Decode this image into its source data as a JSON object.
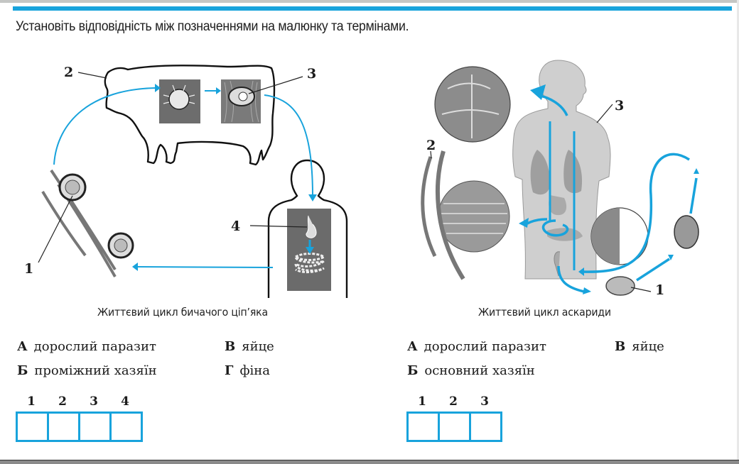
{
  "instruction": "Установіть відповідність між позначеннями на малюнку та термінами.",
  "colors": {
    "accent": "#18a3dc",
    "text": "#1c1c1c"
  },
  "left_task": {
    "caption": "Життєвий цикл бичачого ціп’яка",
    "diagram_labels": [
      "1",
      "2",
      "3",
      "4"
    ],
    "options": [
      {
        "letter": "А",
        "text": "дорослий паразит"
      },
      {
        "letter": "Б",
        "text": "проміжний хазяїн"
      },
      {
        "letter": "В",
        "text": "яйце"
      },
      {
        "letter": "Г",
        "text": "фіна"
      }
    ],
    "answer_numbers": [
      "1",
      "2",
      "3",
      "4"
    ]
  },
  "right_task": {
    "caption": "Життєвий цикл аскариди",
    "diagram_labels": [
      "1",
      "2",
      "3"
    ],
    "options": [
      {
        "letter": "А",
        "text": "дорослий паразит"
      },
      {
        "letter": "Б",
        "text": "основний хазяїн"
      },
      {
        "letter": "В",
        "text": "яйце"
      }
    ],
    "answer_numbers": [
      "1",
      "2",
      "3"
    ]
  }
}
